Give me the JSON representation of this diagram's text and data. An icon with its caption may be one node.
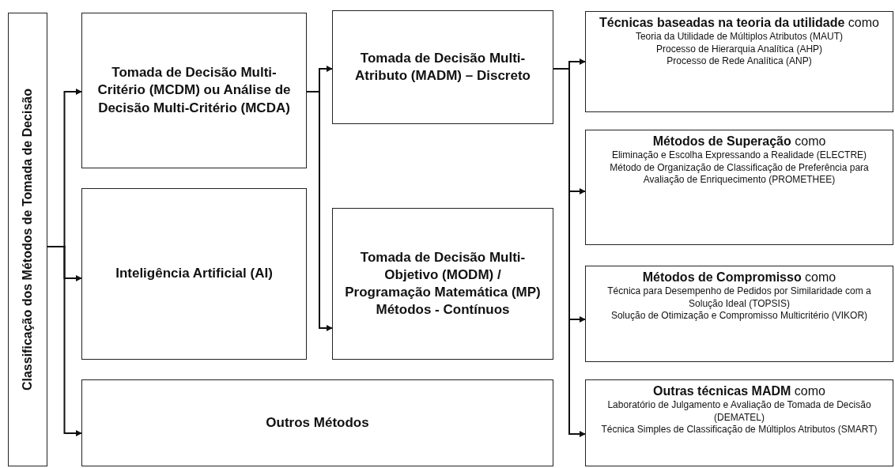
{
  "diagram": {
    "nodes": [
      {
        "text": [
          "Classificação dos Métodos de Tomada de Decisão"
        ]
      },
      {
        "text": [
          "Tomada de Decisão Multi-Critério (MCDM) ou Análise de Decisão Multi-Critério (MCDA)"
        ]
      },
      {
        "text": [
          "Inteligência Artificial (AI)"
        ]
      },
      {
        "text": [
          "Outros Métodos"
        ]
      },
      {
        "text": [
          "Tomada de Decisão Multi-Atributo (MADM) – Discreto"
        ]
      },
      {
        "text": [
          "Tomada de Decisão Multi-Objetivo (MODM) / Programação Matemática (MP) Métodos - Contínuos"
        ]
      },
      {
        "text": [
          "**Técnicas baseadas na teoria da utilidade** como",
          "Teoria da Utilidade de Múltiplos Atributos (MAUT)",
          "Processo de Hierarquia Analítica (AHP)",
          "Processo de Rede Analítica (ANP)"
        ]
      },
      {
        "text": [
          "**Métodos de Superação** como",
          "Eliminação e Escolha Expressando a Realidade (ELECTRE)",
          "Método de Organização de Classificação de Preferência para Avaliação de Enriquecimento (PROMETHEE)"
        ]
      },
      {
        "text": [
          "**Métodos de Compromisso** como",
          "Técnica para Desempenho de Pedidos por Similaridade com a Solução Ideal (TOPSIS)",
          "Solução de Otimização e Compromisso Multicritério (VIKOR)"
        ]
      },
      {
        "text": [
          "**Outras técnicas MADM** como",
          "Laboratório de Julgamento e Avaliação de Tomada de Decisão (DEMATEL)",
          "Técnica Simples de Classificação de Múltiplos Atributos (SMART)"
        ]
      }
    ],
    "edges": [
      {
        "from": 0,
        "to": 1,
        "arrow": "to"
      },
      {
        "from": 0,
        "to": 2,
        "arrow": "to"
      },
      {
        "from": 0,
        "to": 3,
        "arrow": "to"
      },
      {
        "from": 1,
        "to": 4,
        "arrow": "to"
      },
      {
        "from": 1,
        "to": 5,
        "arrow": "to"
      },
      {
        "from": 4,
        "to": 6,
        "arrow": "to"
      },
      {
        "from": 4,
        "to": 7,
        "arrow": "to"
      },
      {
        "from": 4,
        "to": 8,
        "arrow": "to"
      },
      {
        "from": 4,
        "to": 9,
        "arrow": "to"
      }
    ]
  }
}
